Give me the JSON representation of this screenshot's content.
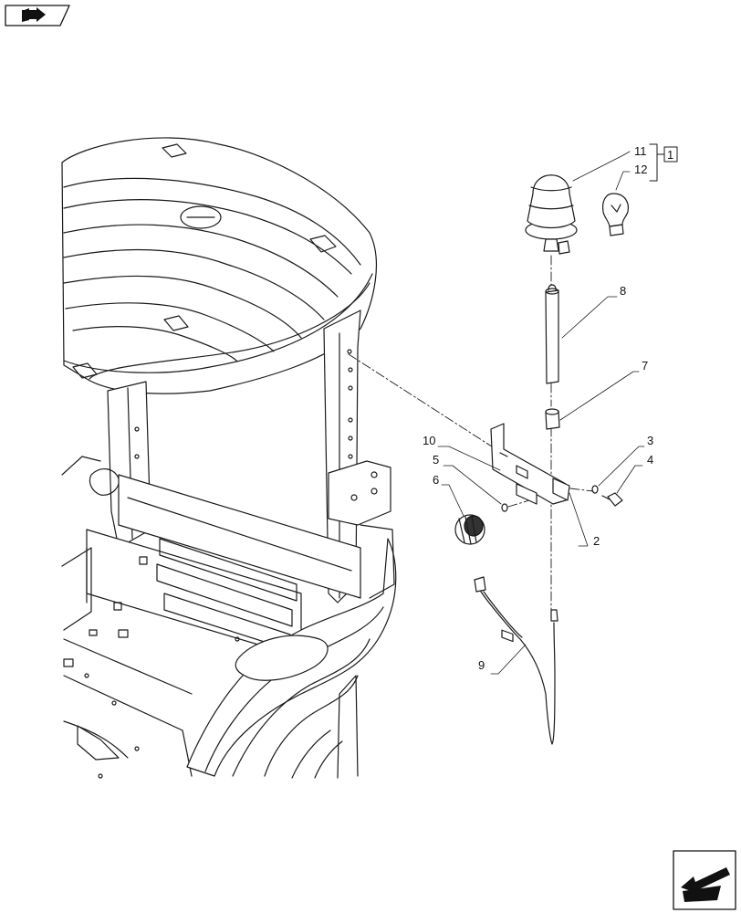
{
  "header": {
    "top_left_icon": "book-arrow-icon"
  },
  "footer": {
    "bottom_right_icon": "next-page-arrow-icon"
  },
  "assembly_ref": {
    "label": "1",
    "bracket_items": [
      "11",
      "12"
    ]
  },
  "callouts": [
    {
      "id": "11",
      "part": "beacon-lamp"
    },
    {
      "id": "12",
      "part": "bulb"
    },
    {
      "id": "8",
      "part": "mounting-pole"
    },
    {
      "id": "7",
      "part": "sleeve"
    },
    {
      "id": "10",
      "part": "bracket"
    },
    {
      "id": "5",
      "part": "washer"
    },
    {
      "id": "6",
      "part": "knob-nut"
    },
    {
      "id": "3",
      "part": "washer"
    },
    {
      "id": "4",
      "part": "bolt"
    },
    {
      "id": "2",
      "part": "clip"
    },
    {
      "id": "9",
      "part": "wiring-harness"
    }
  ]
}
